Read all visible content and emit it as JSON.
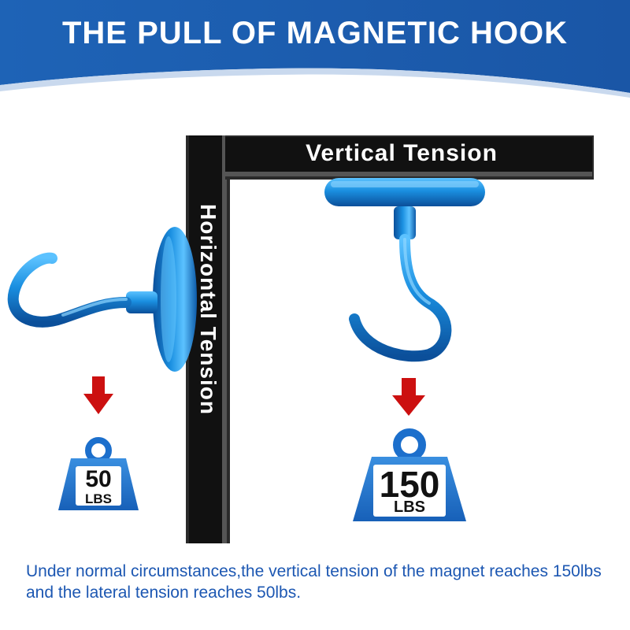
{
  "title": "THE PULL OF MAGNETIC HOOK",
  "labels": {
    "vertical": "Vertical Tension",
    "horizontal": "Horizontal Tension"
  },
  "weights": {
    "left": {
      "value": "50",
      "unit": "LBS"
    },
    "right": {
      "value": "150",
      "unit": "LBS"
    }
  },
  "caption": "Under normal circumstances,the vertical tension of the magnet reaches 150lbs and the lateral tension reaches 50lbs.",
  "colors": {
    "header_blue": "#1e63b6",
    "hook_blue": "#1a8fe0",
    "arrow_red": "#cc1010",
    "weight_blue": "#1c6fcc",
    "caption_blue": "#1c57b2",
    "bar_black": "#111111"
  }
}
